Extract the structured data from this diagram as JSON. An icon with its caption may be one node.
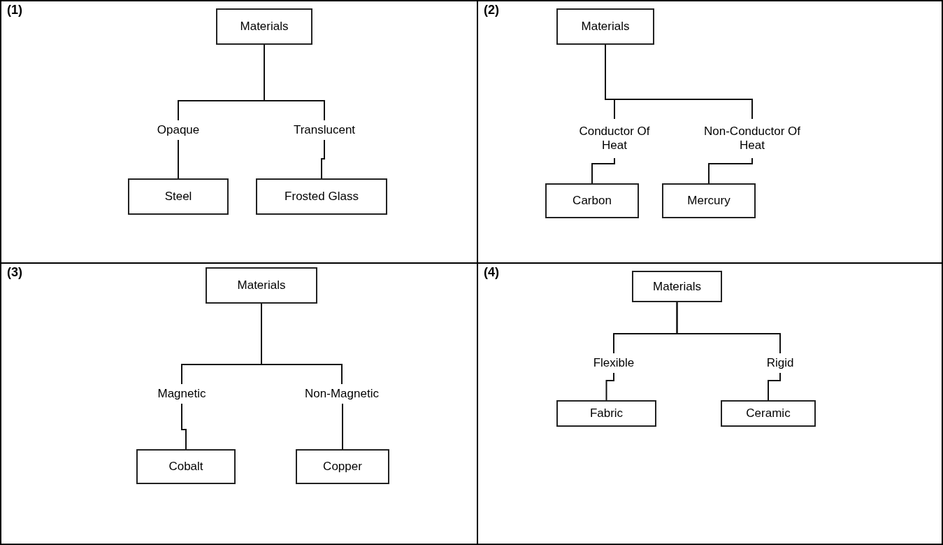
{
  "diagram": {
    "nodes": [
      {
        "text": [
          "(1)"
        ]
      },
      {
        "text": [
          "Materials"
        ],
        "in": 0
      },
      {
        "text": [
          "Opaque"
        ],
        "in": 0
      },
      {
        "text": [
          "Translucent"
        ],
        "in": 0
      },
      {
        "text": [
          "Steel"
        ],
        "in": 0
      },
      {
        "text": [
          "Frosted Glass"
        ],
        "in": 0
      },
      {
        "text": [
          "(2)"
        ]
      },
      {
        "text": [
          "Materials"
        ],
        "in": 6
      },
      {
        "text": [
          "Conductor Of Heat"
        ],
        "in": 6
      },
      {
        "text": [
          "Non-Conductor Of Heat"
        ],
        "in": 6
      },
      {
        "text": [
          "Carbon"
        ],
        "in": 6
      },
      {
        "text": [
          "Mercury"
        ],
        "in": 6
      },
      {
        "text": [
          "(3)"
        ]
      },
      {
        "text": [
          "Materials"
        ],
        "in": 12
      },
      {
        "text": [
          "Magnetic"
        ],
        "in": 12
      },
      {
        "text": [
          "Non-Magnetic"
        ],
        "in": 12
      },
      {
        "text": [
          "Cobalt"
        ],
        "in": 12
      },
      {
        "text": [
          "Copper"
        ],
        "in": 12
      },
      {
        "text": [
          "(4)"
        ]
      },
      {
        "text": [
          "Materials"
        ],
        "in": 18
      },
      {
        "text": [
          "Flexible"
        ],
        "in": 18
      },
      {
        "text": [
          "Rigid"
        ],
        "in": 18
      },
      {
        "text": [
          "Fabric"
        ],
        "in": 18
      },
      {
        "text": [
          "Ceramic"
        ],
        "in": 18
      }
    ],
    "edges": [
      {
        "from": 1,
        "to": 2,
        "arrow": "none"
      },
      {
        "from": 1,
        "to": 3,
        "arrow": "none"
      },
      {
        "from": 2,
        "to": 4,
        "arrow": "none"
      },
      {
        "from": 3,
        "to": 5,
        "arrow": "none"
      },
      {
        "from": 7,
        "to": 8,
        "arrow": "none"
      },
      {
        "from": 7,
        "to": 9,
        "arrow": "none"
      },
      {
        "from": 8,
        "to": 10,
        "arrow": "none"
      },
      {
        "from": 9,
        "to": 11,
        "arrow": "none"
      },
      {
        "from": 13,
        "to": 14,
        "arrow": "none"
      },
      {
        "from": 13,
        "to": 15,
        "arrow": "none"
      },
      {
        "from": 14,
        "to": 16,
        "arrow": "none"
      },
      {
        "from": 15,
        "to": 17,
        "arrow": "none"
      },
      {
        "from": 19,
        "to": 20,
        "arrow": "none"
      },
      {
        "from": 19,
        "to": 21,
        "arrow": "none"
      },
      {
        "from": 20,
        "to": 22,
        "arrow": "none"
      },
      {
        "from": 21,
        "to": 23,
        "arrow": "none"
      }
    ]
  }
}
